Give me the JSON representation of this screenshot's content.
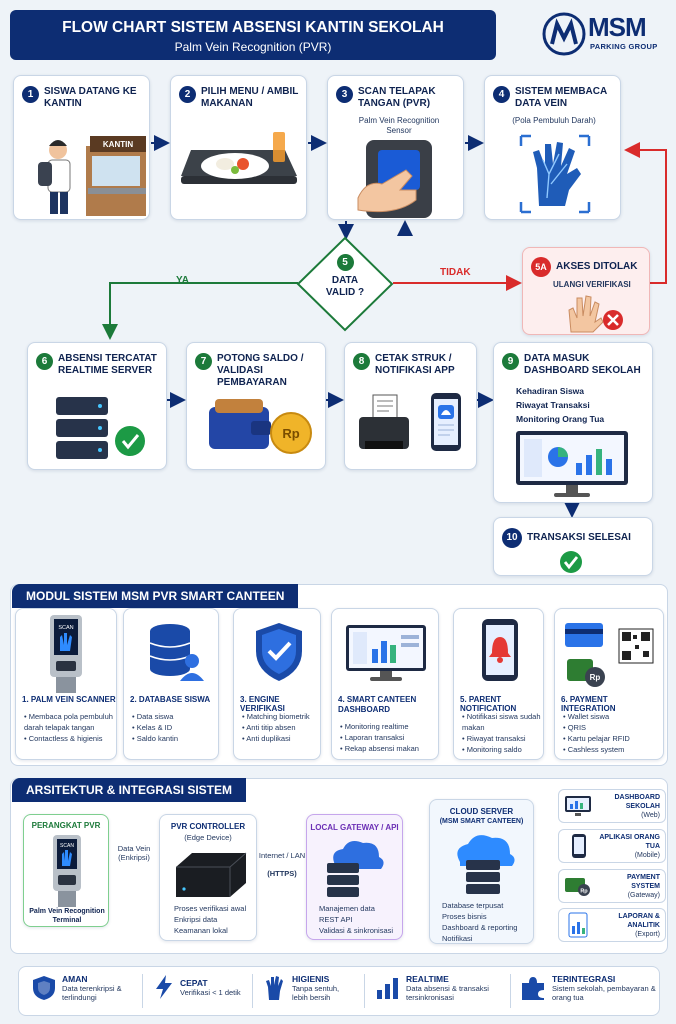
{
  "header": {
    "title": "FLOW CHART SISTEM ABSENSI KANTIN SEKOLAH",
    "subtitle": "Palm Vein Recognition (PVR)",
    "logo_text": "MSM",
    "logo_sub": "PARKING GROUP"
  },
  "steps": [
    {
      "num": "1",
      "title": "SISWA DATANG KE KANTIN",
      "sub": ""
    },
    {
      "num": "2",
      "title": "PILIH MENU / AMBIL MAKANAN",
      "sub": ""
    },
    {
      "num": "3",
      "title": "SCAN TELAPAK TANGAN (PVR)",
      "sub": "Palm Vein Recognition Sensor"
    },
    {
      "num": "4",
      "title": "SISTEM MEMBACA DATA VEIN",
      "sub": "(Pola Pembuluh Darah)"
    },
    {
      "num": "6",
      "title": "ABSENSI TERCATAT REALTIME SERVER",
      "sub": ""
    },
    {
      "num": "7",
      "title": "POTONG SALDO / VALIDASI PEMBAYARAN",
      "sub": ""
    },
    {
      "num": "8",
      "title": "CETAK STRUK / NOTIFIKASI APP",
      "sub": ""
    },
    {
      "num": "9",
      "title": "DATA MASUK DASHBOARD SEKOLAH",
      "sub": ""
    },
    {
      "num": "10",
      "title": "TRANSAKSI SELESAI",
      "sub": ""
    }
  ],
  "step1_sign": "KANTIN",
  "step7_coin": "Rp",
  "dashboard_items": [
    "Kehadiran Siswa",
    "Riwayat Transaksi",
    "Monitoring Orang Tua"
  ],
  "decision": {
    "num": "5",
    "text": "DATA VALID ?",
    "yes": "YA",
    "no": "TIDAK"
  },
  "rejected": {
    "num": "5A",
    "title": "AKSES DITOLAK",
    "sub": "ULANGI VERIFIKASI"
  },
  "modules": {
    "heading": "MODUL SISTEM MSM PVR SMART CANTEEN",
    "items": [
      {
        "title": "1. PALM VEIN SCANNER",
        "screen": "SCAN",
        "bullets": [
          "Membaca pola pembuluh darah telapak tangan",
          "Contactless & higienis"
        ]
      },
      {
        "title": "2. DATABASE SISWA",
        "bullets": [
          "Data siswa",
          "Kelas & ID",
          "Saldo kantin"
        ]
      },
      {
        "title": "3. ENGINE VERIFIKASI",
        "bullets": [
          "Matching biometrik",
          "Anti titip absen",
          "Anti duplikasi"
        ]
      },
      {
        "title": "4. SMART CANTEEN DASHBOARD",
        "bullets": [
          "Monitoring realtime",
          "Laporan transaksi",
          "Rekap absensi makan"
        ]
      },
      {
        "title": "5. PARENT NOTIFICATION",
        "bullets": [
          "Notifikasi siswa sudah makan",
          "Riwayat transaksi",
          "Monitoring saldo"
        ]
      },
      {
        "title": "6. PAYMENT INTEGRATION",
        "coin": "Rp",
        "bullets": [
          "Wallet siswa",
          "QRIS",
          "Kartu pelajar RFID",
          "Cashless system"
        ]
      }
    ]
  },
  "architecture": {
    "heading": "ARSITEKTUR & INTEGRASI SISTEM",
    "device": {
      "title": "PERANGKAT PVR",
      "screen": "SCAN",
      "caption": "Palm Vein Recognition Terminal"
    },
    "link1": "Data Vein (Enkripsi)",
    "controller": {
      "title": "PVR CONTROLLER",
      "sub": "(Edge Device)",
      "bullets": [
        "Proses verifikasi awal",
        "Enkripsi data",
        "Keamanan lokal"
      ]
    },
    "link2": "Internet / LAN",
    "link2_sub": "(HTTPS)",
    "gateway": {
      "title": "LOCAL GATEWAY / API",
      "bullets": [
        "Manajemen data",
        "REST API",
        "Validasi & sinkronisasi"
      ]
    },
    "cloud": {
      "title": "CLOUD SERVER",
      "sub": "(MSM SMART CANTEEN)",
      "bullets": [
        "Database terpusat",
        "Proses bisnis",
        "Dashboard & reporting",
        "Notifikasi"
      ]
    },
    "outputs": [
      {
        "title": "DASHBOARD SEKOLAH",
        "sub": "(Web)"
      },
      {
        "title": "APLIKASI ORANG TUA",
        "sub": "(Mobile)"
      },
      {
        "title": "PAYMENT SYSTEM",
        "sub": "(Gateway)",
        "coin": "Rp"
      },
      {
        "title": "LAPORAN & ANALITIK",
        "sub": "(Export)"
      }
    ]
  },
  "features": [
    {
      "title": "AMAN",
      "sub": "Data terenkripsi & terlindungi"
    },
    {
      "title": "CEPAT",
      "sub": "Verifikasi < 1 detik"
    },
    {
      "title": "HIGIENIS",
      "sub": "Tanpa sentuh, lebih bersih"
    },
    {
      "title": "REALTIME",
      "sub": "Data absensi & transaksi tersinkronisasi"
    },
    {
      "title": "TERINTEGRASI",
      "sub": "Sistem sekolah, pembayaran & orang tua"
    }
  ],
  "colors": {
    "navy": "#0d2d73",
    "green": "#1c7a3a",
    "red": "#d92b2b",
    "bg": "#eef3f8"
  }
}
